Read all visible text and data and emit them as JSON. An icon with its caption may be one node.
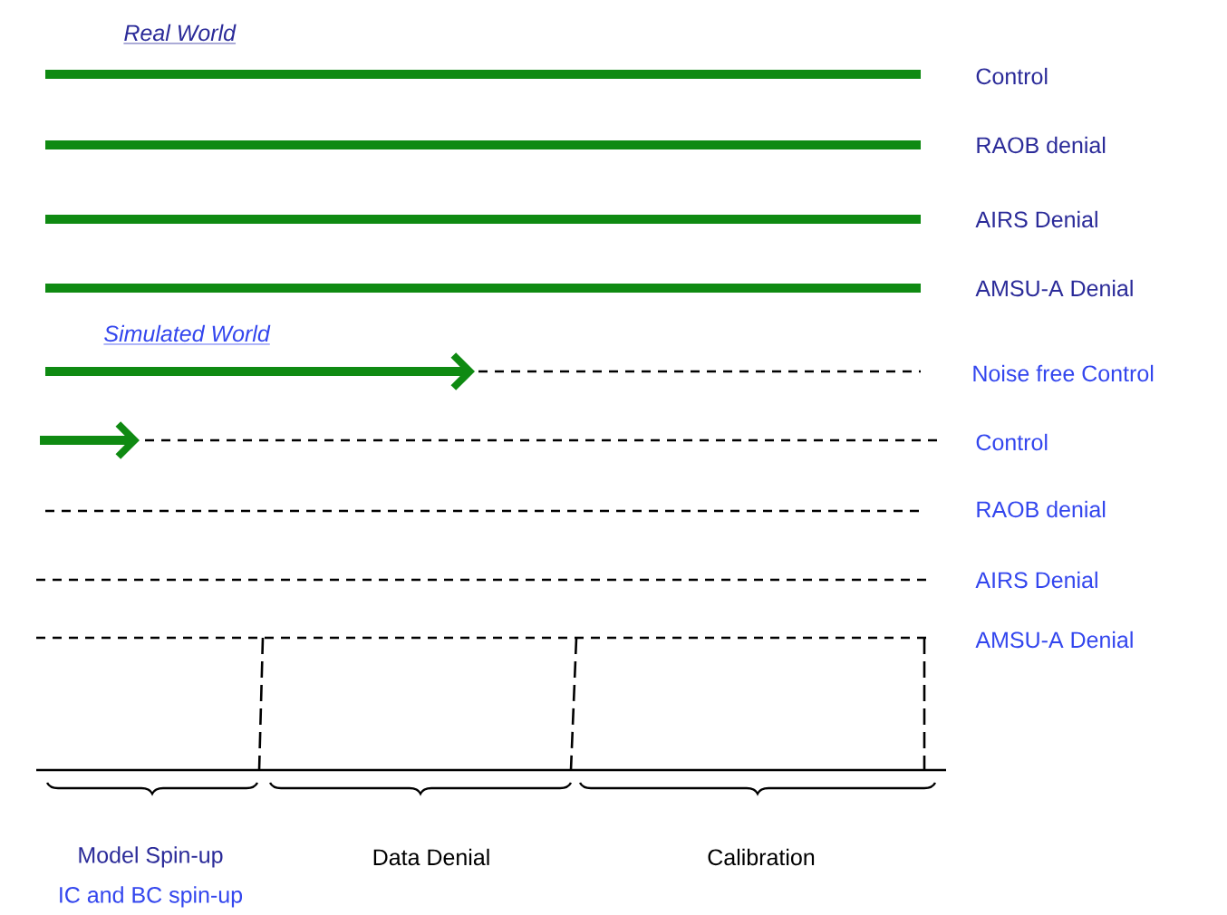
{
  "diagram": {
    "labels": [
      "Real World",
      "Control",
      "RAOB denial",
      "AIRS Denial",
      "AMSU-A Denial",
      "Simulated World",
      "Noise free Control",
      "Control",
      "RAOB denial",
      "AIRS Denial",
      "AMSU-A Denial",
      "Model Spin-up",
      "Data Denial",
      "Calibration",
      "IC and BC spin-up"
    ]
  }
}
